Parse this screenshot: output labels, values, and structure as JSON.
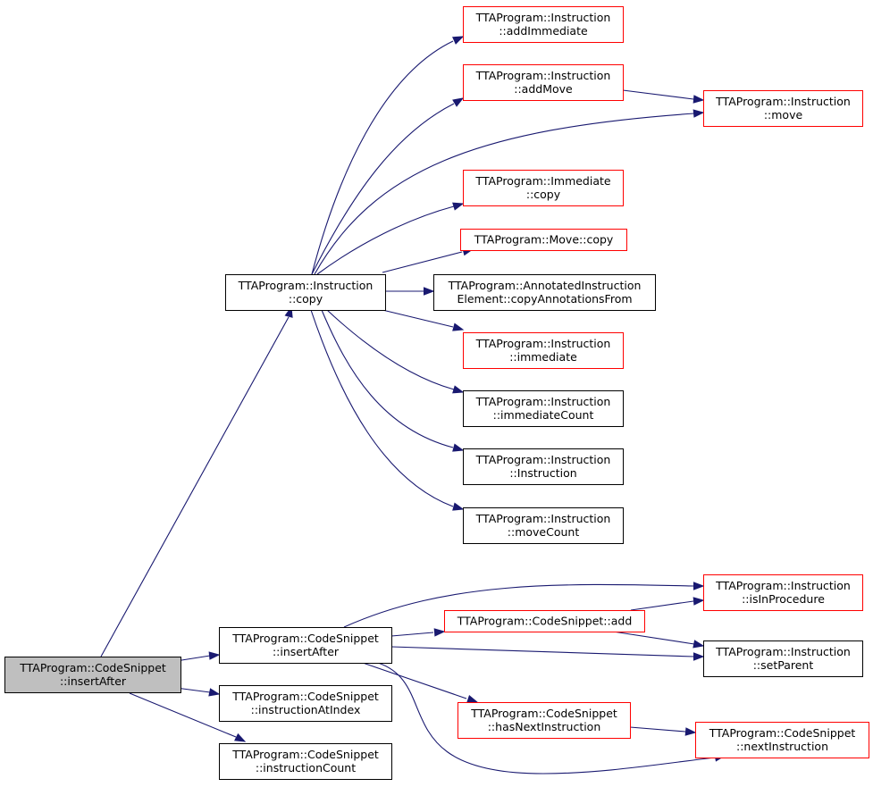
{
  "graph": {
    "style": {
      "edge_color": "#191970",
      "root_fill": "#bfbfbf",
      "normal_border": "#000000",
      "truncated_border": "#ff0000"
    },
    "nodes": {
      "root": {
        "lines": [
          "TTAProgram::CodeSnippet",
          "::insertAfter"
        ],
        "kind": "root"
      },
      "instr_copy": {
        "lines": [
          "TTAProgram::Instruction",
          "::copy"
        ],
        "kind": "normal"
      },
      "add_imm": {
        "lines": [
          "TTAProgram::Instruction",
          "::addImmediate"
        ],
        "kind": "truncated"
      },
      "add_move": {
        "lines": [
          "TTAProgram::Instruction",
          "::addMove"
        ],
        "kind": "truncated"
      },
      "instr_move": {
        "lines": [
          "TTAProgram::Instruction",
          "::move"
        ],
        "kind": "truncated"
      },
      "imm_copy": {
        "lines": [
          "TTAProgram::Immediate",
          "::copy"
        ],
        "kind": "truncated"
      },
      "move_copy": {
        "lines": [
          "TTAProgram::Move::copy"
        ],
        "kind": "truncated"
      },
      "annot_copy": {
        "lines": [
          "TTAProgram::AnnotatedInstruction",
          "Element::copyAnnotationsFrom"
        ],
        "kind": "normal"
      },
      "immediate": {
        "lines": [
          "TTAProgram::Instruction",
          "::immediate"
        ],
        "kind": "truncated"
      },
      "imm_count": {
        "lines": [
          "TTAProgram::Instruction",
          "::immediateCount"
        ],
        "kind": "normal"
      },
      "instr_ctor": {
        "lines": [
          "TTAProgram::Instruction",
          "::Instruction"
        ],
        "kind": "normal"
      },
      "move_count": {
        "lines": [
          "TTAProgram::Instruction",
          "::moveCount"
        ],
        "kind": "normal"
      },
      "cs_insert": {
        "lines": [
          "TTAProgram::CodeSnippet",
          "::insertAfter"
        ],
        "kind": "normal"
      },
      "cs_idx": {
        "lines": [
          "TTAProgram::CodeSnippet",
          "::instructionAtIndex"
        ],
        "kind": "normal"
      },
      "cs_count": {
        "lines": [
          "TTAProgram::CodeSnippet",
          "::instructionCount"
        ],
        "kind": "normal"
      },
      "cs_add": {
        "lines": [
          "TTAProgram::CodeSnippet::add"
        ],
        "kind": "truncated"
      },
      "cs_hasnext": {
        "lines": [
          "TTAProgram::CodeSnippet",
          "::hasNextInstruction"
        ],
        "kind": "truncated"
      },
      "in_proc": {
        "lines": [
          "TTAProgram::Instruction",
          "::isInProcedure"
        ],
        "kind": "truncated"
      },
      "set_parent": {
        "lines": [
          "TTAProgram::Instruction",
          "::setParent"
        ],
        "kind": "normal"
      },
      "next_instr": {
        "lines": [
          "TTAProgram::CodeSnippet",
          "::nextInstruction"
        ],
        "kind": "truncated"
      }
    },
    "edges": [
      [
        "root",
        "instr_copy"
      ],
      [
        "root",
        "cs_insert"
      ],
      [
        "root",
        "cs_idx"
      ],
      [
        "root",
        "cs_count"
      ],
      [
        "instr_copy",
        "add_imm"
      ],
      [
        "instr_copy",
        "add_move"
      ],
      [
        "instr_copy",
        "instr_move"
      ],
      [
        "instr_copy",
        "imm_copy"
      ],
      [
        "instr_copy",
        "move_copy"
      ],
      [
        "instr_copy",
        "annot_copy"
      ],
      [
        "instr_copy",
        "immediate"
      ],
      [
        "instr_copy",
        "imm_count"
      ],
      [
        "instr_copy",
        "instr_ctor"
      ],
      [
        "instr_copy",
        "move_count"
      ],
      [
        "add_move",
        "instr_move"
      ],
      [
        "cs_insert",
        "in_proc"
      ],
      [
        "cs_insert",
        "cs_add"
      ],
      [
        "cs_insert",
        "set_parent"
      ],
      [
        "cs_insert",
        "cs_hasnext"
      ],
      [
        "cs_insert",
        "next_instr"
      ],
      [
        "cs_add",
        "in_proc"
      ],
      [
        "cs_add",
        "set_parent"
      ],
      [
        "cs_hasnext",
        "next_instr"
      ]
    ]
  }
}
